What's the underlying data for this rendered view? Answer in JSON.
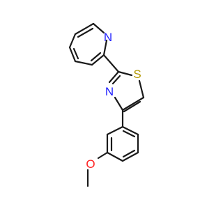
{
  "molecule": {
    "atoms": [
      {
        "id": "N_pyridine",
        "label": "N",
        "color": "#2020ff"
      },
      {
        "id": "S_thiazole",
        "label": "S",
        "color": "#b39800"
      },
      {
        "id": "N_thiazole",
        "label": "N",
        "color": "#2020ff"
      },
      {
        "id": "O_methoxy",
        "label": "O",
        "color": "#ff2020"
      }
    ],
    "bond_color": "#1a1a1a"
  }
}
